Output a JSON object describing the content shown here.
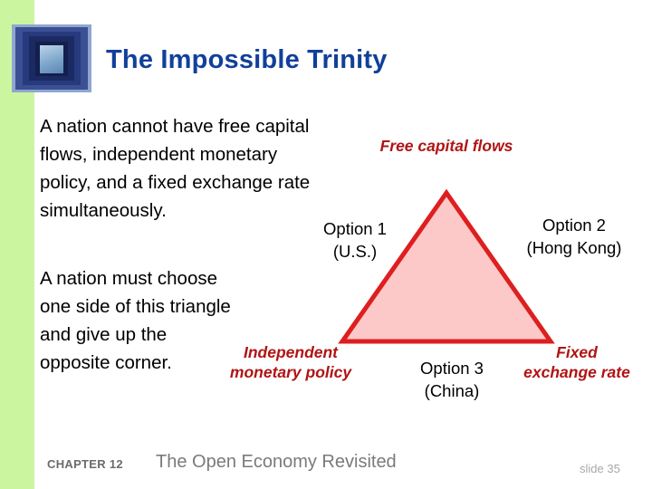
{
  "slide": {
    "title": "The Impossible Trinity",
    "accent_title_color": "#11409a",
    "sidebar_color": "#ccf5a0",
    "logo_name": "nested-blue-square-logo"
  },
  "body": {
    "paragraph_1": "A nation cannot have free capital flows, independent monetary policy, and a fixed exchange rate simultaneously.",
    "paragraph_2": "A nation must choose one side of this triangle and give up the opposite corner."
  },
  "diagram": {
    "type": "trinity-triangle",
    "fill_color": "#fcc8c8",
    "stroke_color": "#dd1f1f",
    "corner_labels": [
      {
        "id": "top",
        "text": "Free capital flows"
      },
      {
        "id": "bottom-left",
        "text": "Independent monetary policy"
      },
      {
        "id": "bottom-right",
        "text": "Fixed exchange rate"
      }
    ],
    "side_labels": [
      {
        "id": "left-side",
        "line1": "Option 1",
        "line2": "(U.S.)"
      },
      {
        "id": "right-side",
        "line1": "Option 2",
        "line2": "(Hong Kong)"
      },
      {
        "id": "bottom-side",
        "line1": "Option 3",
        "line2": "(China)"
      }
    ]
  },
  "footer": {
    "chapter": "CHAPTER 12",
    "subject": "The Open Economy Revisited",
    "slide_number": "slide 35"
  }
}
